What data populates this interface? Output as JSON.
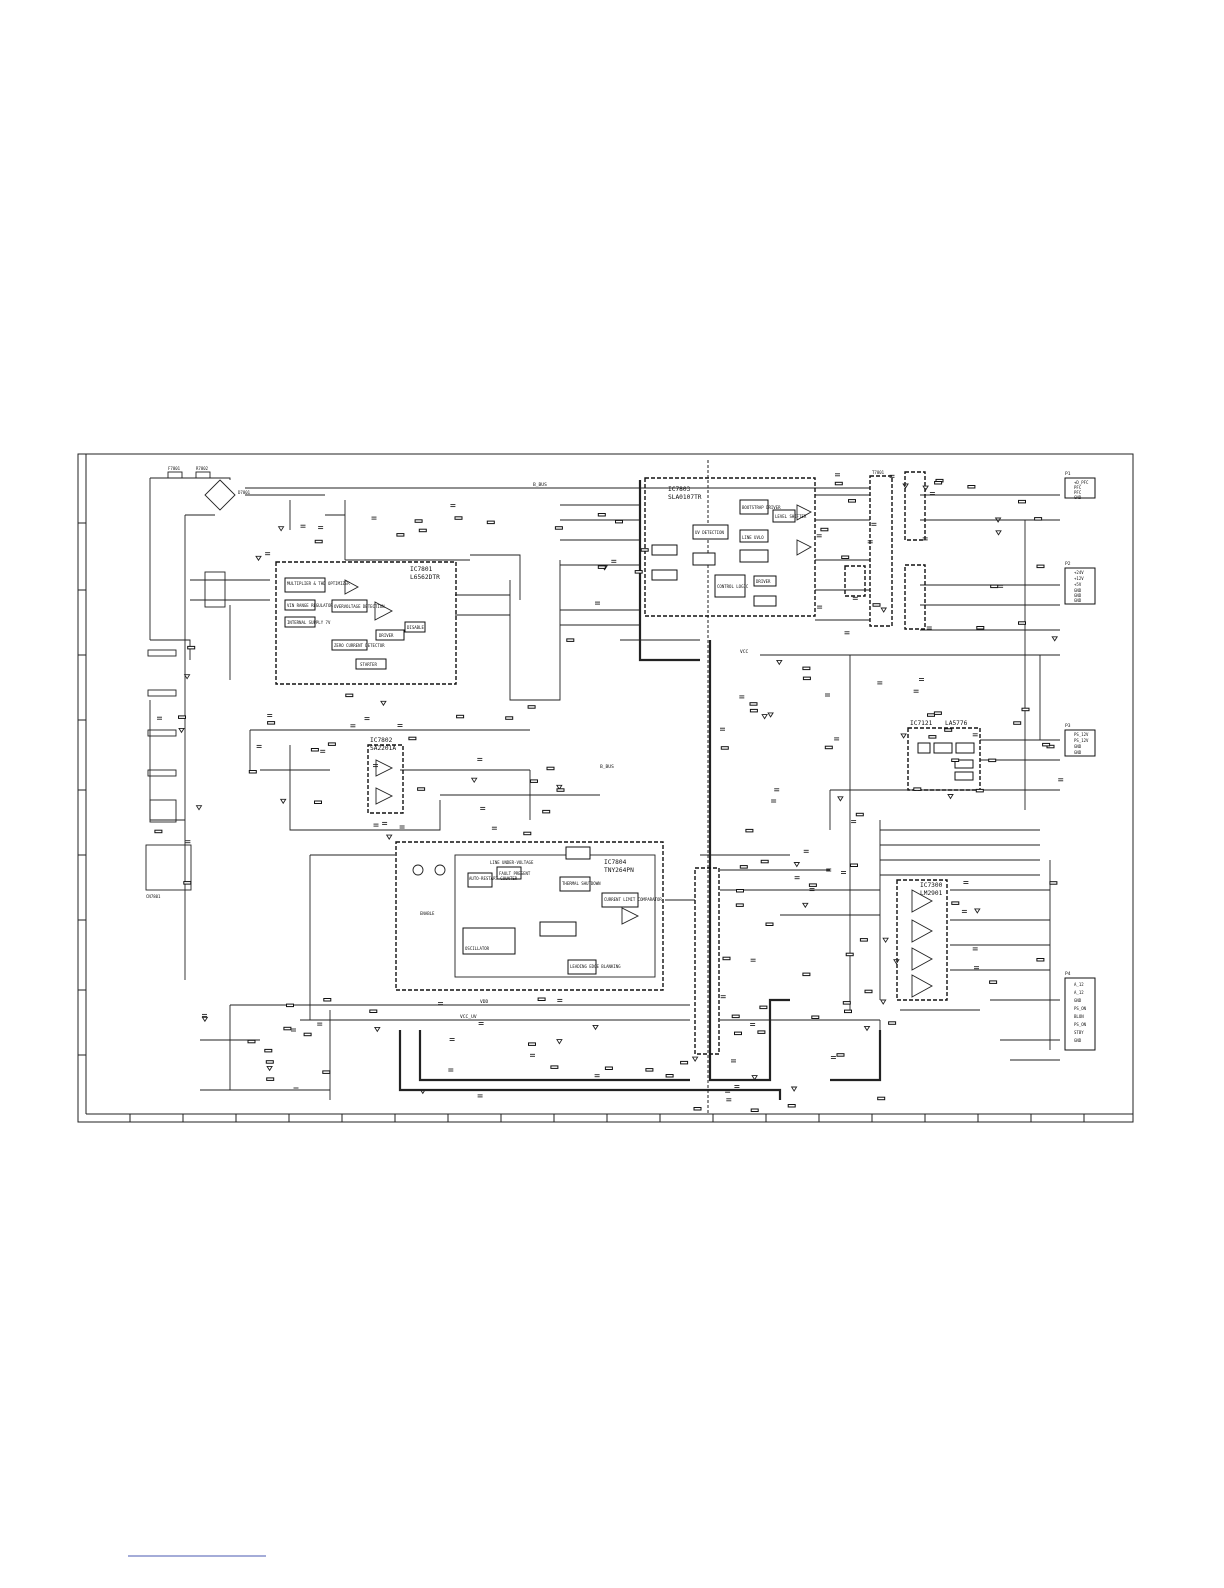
{
  "ic_blocks": {
    "ic7801": {
      "ref": "IC7801",
      "part": "L6562DTR",
      "funcs": [
        "MULTIPLIER & THD OPTIMIZER",
        "VIN RANGE REGULATOR",
        "INTERNAL SUPPLY 7V",
        "OVERVOLTAGE DETECTION",
        "ZERO CURRENT DETECTOR",
        "DRIVER",
        "STARTER",
        "DISABLE"
      ]
    },
    "ic7802": {
      "ref": "IC7802",
      "part": "SA2201A"
    },
    "ic7803": {
      "ref": "IC7803",
      "part": "SLA0107TR",
      "funcs": [
        "UV DETECTION",
        "BOOTSTRAP DRIVER",
        "LEVEL SHIFTER",
        "LINE UVLO",
        "CONTROL LOGIC",
        "DRIVER"
      ]
    },
    "ic7804": {
      "ref": "IC7804",
      "part": "TNY264PN",
      "funcs": [
        "LINE UNDER-VOLTAGE",
        "AUTO-RESTART COUNTER",
        "FAULT PRESENT",
        "THERMAL SHUTDOWN",
        "CURRENT LIMIT COMPARATOR",
        "OSCILLATOR",
        "LEADING EDGE BLANKING",
        "ENABLE"
      ]
    },
    "ic7121": {
      "ref": "IC7121",
      "part": "LA5776"
    },
    "ic7300": {
      "ref": "IC7300",
      "part": "LM2901"
    }
  },
  "rails": {
    "b_bus": "B_BUS",
    "vcc_uv": "VCC_UV",
    "vdd": "VDD",
    "vcc": "VCC"
  },
  "connectors": {
    "p1": {
      "ref": "P1",
      "pins": [
        "+D_PFC",
        "PFC",
        "PFC",
        "GND"
      ]
    },
    "p2": {
      "ref": "P2",
      "pins": [
        "+24V",
        "+12V",
        "+5V",
        "GND",
        "GND",
        "GND"
      ]
    },
    "p3": {
      "ref": "P3",
      "pins": [
        "PS_12V",
        "PS_12V",
        "GND",
        "GND"
      ]
    },
    "p4": {
      "ref": "P4",
      "pins": [
        "A_12",
        "A_12",
        "GND",
        "PS_ON",
        "BLON",
        "PS_ON",
        "STBY",
        "GND"
      ]
    }
  },
  "components": {
    "fuse": "F7801",
    "thermistor": "R7802",
    "mains_connector": "CN7801",
    "bridge": "D7801",
    "transformer": "T7801"
  },
  "chart_data": {
    "type": "diagram",
    "title": "",
    "xlabel": "",
    "ylabel": ""
  }
}
